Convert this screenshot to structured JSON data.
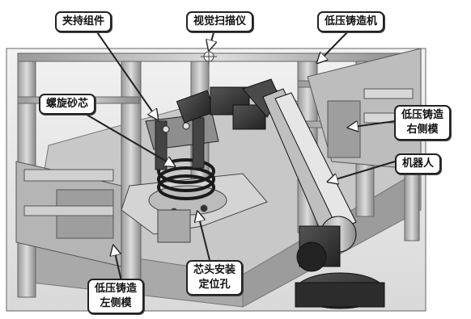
{
  "labels": {
    "gripper_assembly": "夹持组件",
    "vision_scanner": "视觉扫描仪",
    "low_pressure_caster": "低压铸造机",
    "spiral_sand_core": "螺旋砂芯",
    "right_side_mold": [
      "低压铸造",
      "右侧模"
    ],
    "robot": "机器人",
    "core_head_locating_hole": [
      "芯头安装",
      "定位孔"
    ],
    "left_side_mold": [
      "低压铸造",
      "左侧模"
    ]
  }
}
